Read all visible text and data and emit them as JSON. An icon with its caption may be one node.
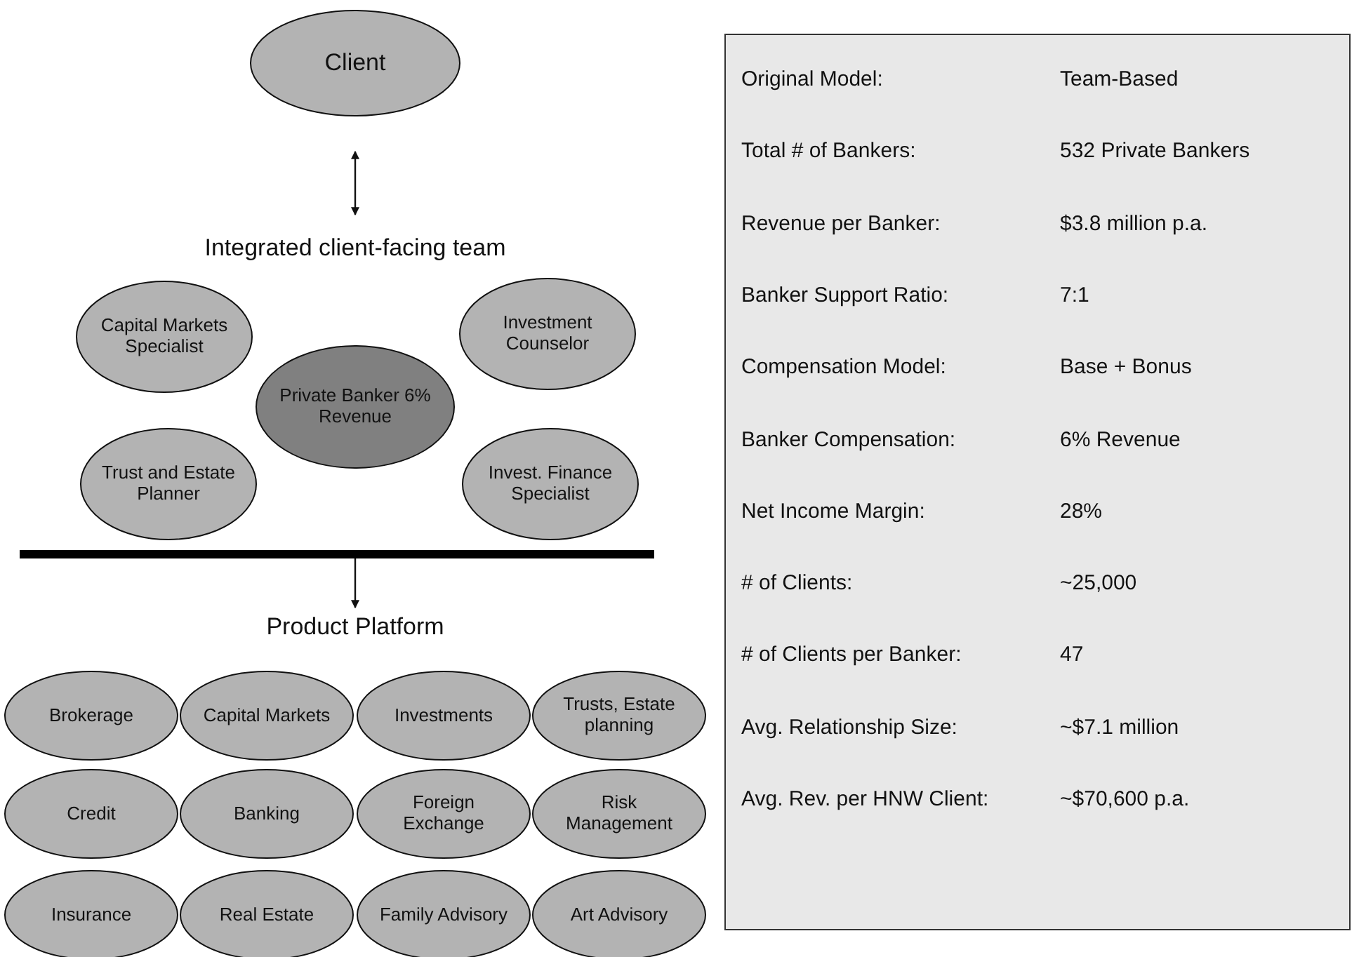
{
  "diagram": {
    "nodes": [
      {
        "text": [
          "Client"
        ]
      },
      {
        "text": [
          "Integrated client-facing team"
        ]
      },
      {
        "text": [
          "Capital Markets Specialist"
        ]
      },
      {
        "text": [
          "Investment Counselor"
        ]
      },
      {
        "text": [
          "Private Banker 6% Revenue"
        ]
      },
      {
        "text": [
          "Trust and Estate Planner"
        ]
      },
      {
        "text": [
          "Invest. Finance Specialist"
        ]
      },
      {
        "text": [],
        "shape": "bar"
      },
      {
        "text": [
          "Product Platform"
        ]
      },
      {
        "text": [
          "Brokerage"
        ]
      },
      {
        "text": [
          "Capital Markets"
        ]
      },
      {
        "text": [
          "Investments"
        ]
      },
      {
        "text": [
          "Trusts, Estate planning"
        ]
      },
      {
        "text": [
          "Credit"
        ]
      },
      {
        "text": [
          "Banking"
        ]
      },
      {
        "text": [
          "Foreign Exchange"
        ]
      },
      {
        "text": [
          "Risk Management"
        ]
      },
      {
        "text": [
          "Insurance"
        ]
      },
      {
        "text": [
          "Real Estate"
        ]
      },
      {
        "text": [
          "Family Advisory"
        ]
      },
      {
        "text": [
          "Art Advisory"
        ]
      }
    ],
    "edges": [
      {
        "from": 0,
        "to": 1,
        "arrow": "both"
      },
      {
        "from": 7,
        "to": 8,
        "arrow": "to"
      }
    ],
    "labels": [
      "Original Model:",
      "Team-Based",
      "Total # of Bankers:",
      "532 Private Bankers",
      "Revenue per Banker:",
      "$3.8 million p.a.",
      "Banker Support Ratio:",
      "7:1",
      "Compensation Model:",
      "Base + Bonus",
      "Banker Compensation:",
      "6% Revenue",
      "Net Income Margin:",
      "28%",
      "# of Clients:",
      "~25,000",
      "# of Clients per Banker:",
      "47",
      "Avg. Relationship Size:",
      "~$7.1 million",
      "Avg. Rev. per HNW Client:",
      "~$70,600 p.a."
    ]
  }
}
